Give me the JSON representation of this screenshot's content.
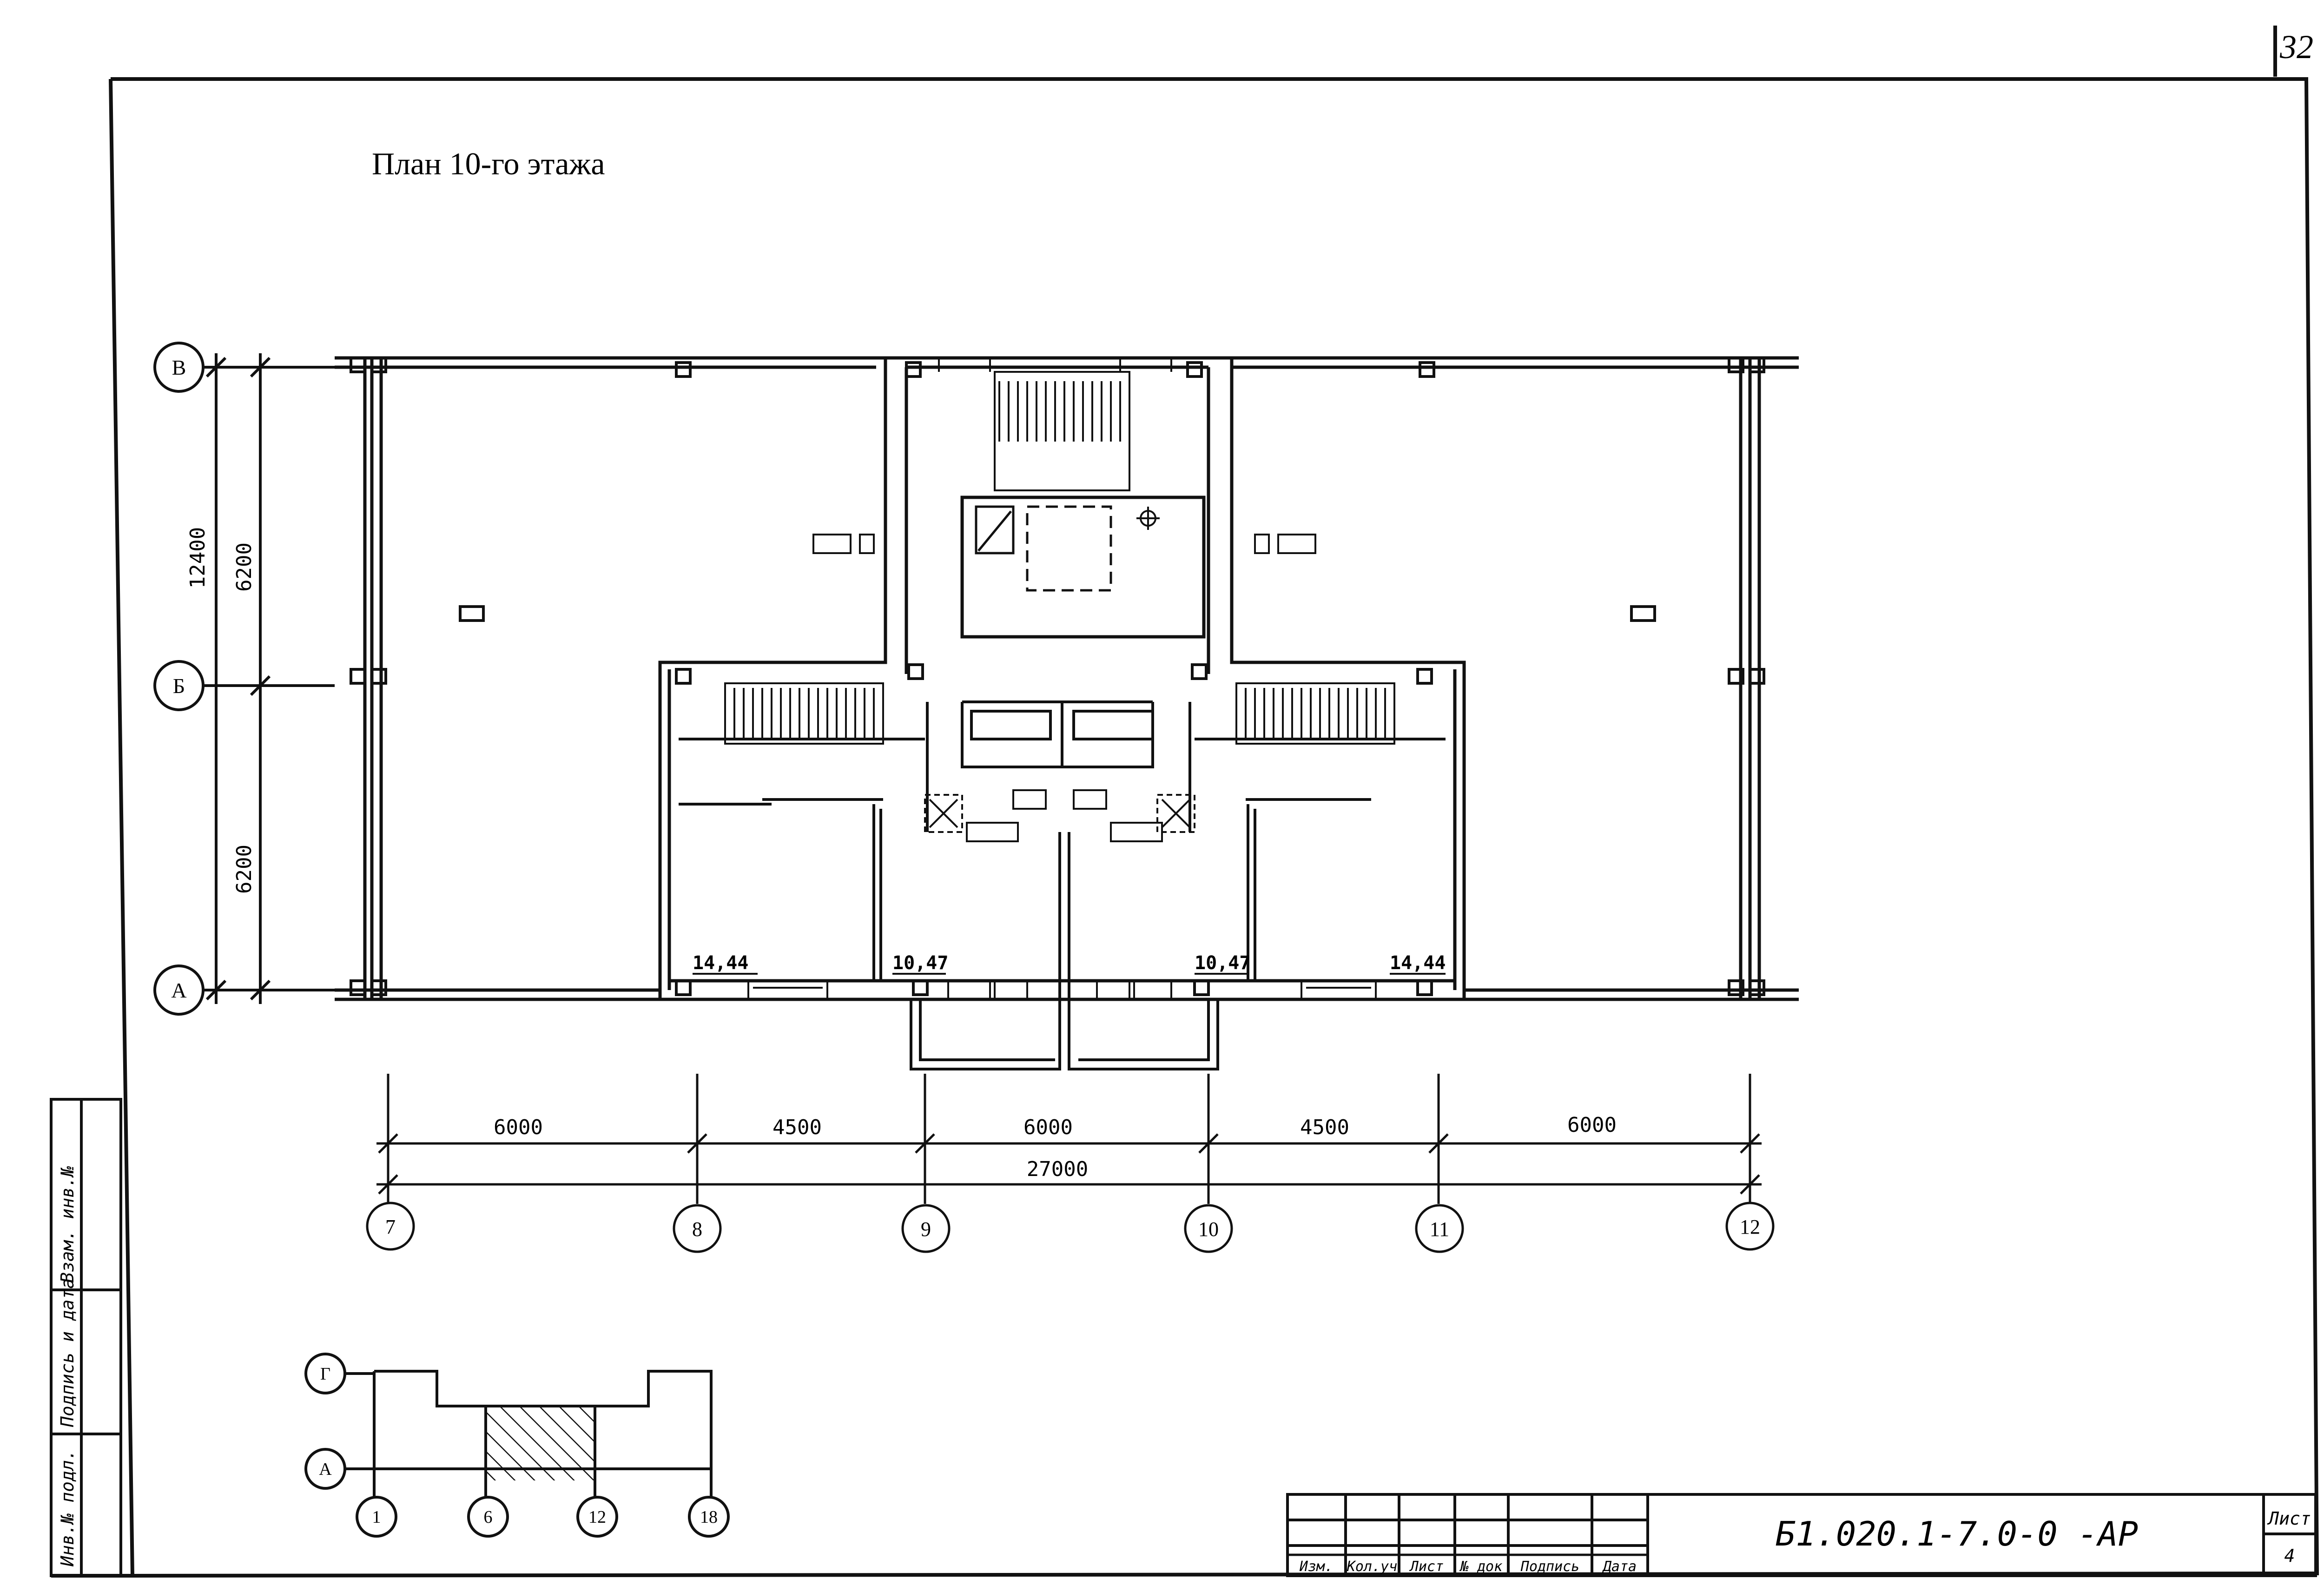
{
  "page_number": "32",
  "plan_title": "План 10-го этажа",
  "axes_rows": {
    "v": "В",
    "b": "Б",
    "a": "А"
  },
  "axes_cols": [
    "7",
    "8",
    "9",
    "10",
    "11",
    "12"
  ],
  "dims_vertical": {
    "total": "12400",
    "upper": "6200",
    "lower": "6200"
  },
  "dims_horizontal": {
    "spans": [
      "6000",
      "4500",
      "6000",
      "4500",
      "6000"
    ],
    "total": "27000"
  },
  "room_areas": [
    "14,44",
    "10,47",
    "10,47",
    "14,44"
  ],
  "key_plan": {
    "rows": [
      "Г",
      "А"
    ],
    "cols": [
      "1",
      "6",
      "12",
      "18"
    ]
  },
  "side_stamp": [
    "Инв.№ подл.",
    "Подпись и дата",
    "Взам. инв.№"
  ],
  "title_block": {
    "code": "Б1.020.1-7.0-0 -АР",
    "sheet_label": "Лист",
    "sheet_number": "4",
    "headers": [
      "Изм.",
      "Кол.уч",
      "Лист",
      "№ док",
      "Подпись",
      "Дата"
    ]
  }
}
